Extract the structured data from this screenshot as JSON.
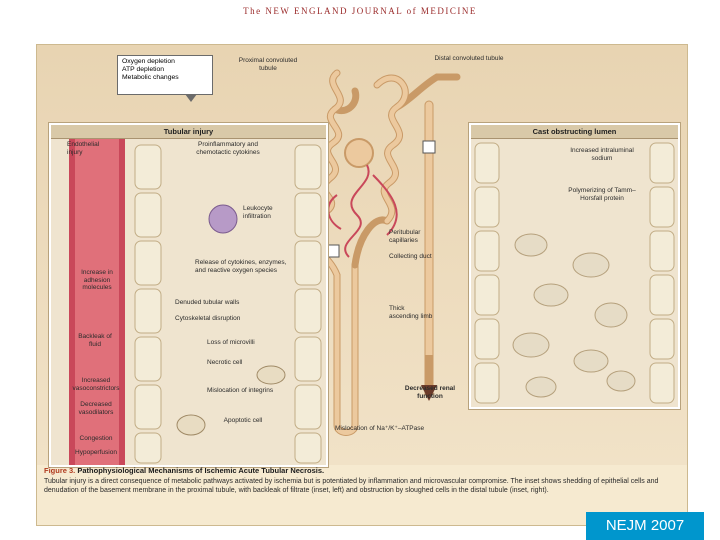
{
  "header": {
    "journal_title": "The NEW ENGLAND JOURNAL of MEDICINE"
  },
  "figure": {
    "callout": {
      "lines": [
        "Oxygen depletion",
        "ATP depletion",
        "Metabolic changes"
      ]
    },
    "nephron_labels": {
      "proximal": "Proximal convoluted tubule",
      "distal": "Distal convoluted tubule",
      "peritubular": "Peritubular capillaries",
      "collecting": "Collecting duct",
      "thick_limb": "Thick ascending limb",
      "mislocation_atpase": "Mislocation of Na⁺/K⁺–ATPase",
      "decreased_renal": "Decreased renal function"
    },
    "left_inset": {
      "title": "Tubular injury",
      "labels": {
        "endothelial": "Endothelial injury",
        "proinflammatory": "Proinflammatory and chemotactic cytokines",
        "leukocyte": "Leukocyte infiltration",
        "release": "Release of cytokines, enzymes, and reactive oxygen species",
        "adhesion": "Increase in adhesion molecules",
        "denuded": "Denuded tubular walls",
        "cytoskeletal": "Cytoskeletal disruption",
        "backleak": "Backleak of fluid",
        "microvilli": "Loss of microvilli",
        "necrotic": "Necrotic cell",
        "vasoconstrictors": "Increased vasoconstrictors",
        "vasodilators": "Decreased vasodilators",
        "integrins": "Mislocation of integrins",
        "apoptotic": "Apoptotic cell",
        "congestion": "Congestion",
        "hypoperfusion": "Hypoperfusion"
      }
    },
    "right_inset": {
      "title": "Cast obstructing lumen",
      "labels": {
        "sodium": "Increased intraluminal sodium",
        "tamm": "Polymerizing of Tamm–Horsfall protein"
      }
    }
  },
  "caption": {
    "figure_number": "Figure 3.",
    "title": "Pathophysiological Mechanisms of Ischemic Acute Tubular Necrosis.",
    "text": "Tubular injury is a direct consequence of metabolic pathways activated by ischemia but is potentiated by inflammation and microvascular compromise. The inset shows shedding of epithelial cells and denudation of the basement membrane in the proximal tubule, with backleak of filtrate (inset, left) and obstruction by sloughed cells in the distal tubule (inset, right)."
  },
  "badge": {
    "label": "NEJM 2007"
  },
  "colors": {
    "figure_number": "#b03a1e",
    "badge_bg": "#0096cd",
    "vessel": "#c9485a",
    "tubule": "#ecc99e"
  }
}
